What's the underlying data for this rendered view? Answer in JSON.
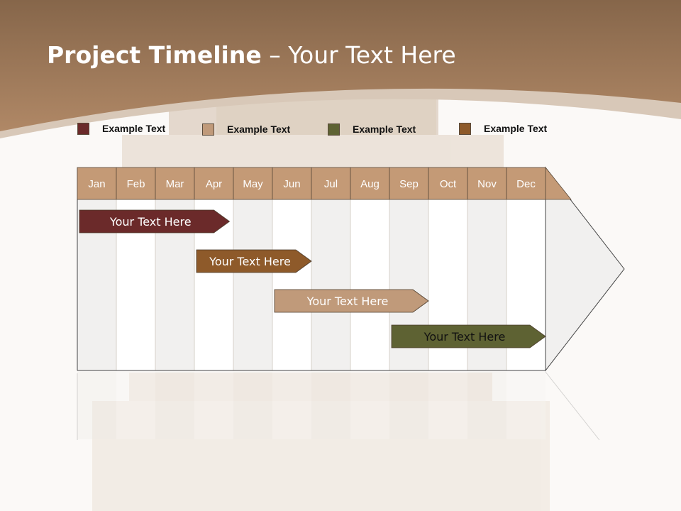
{
  "title": {
    "bold": "Project Timeline",
    "rest": " – Your Text Here"
  },
  "legend": [
    {
      "label": "Example Text",
      "color": "#6b2a2a"
    },
    {
      "label": "Example Text",
      "color": "#c09a7a"
    },
    {
      "label": "Example Text",
      "color": "#5e6233"
    },
    {
      "label": "Example Text",
      "color": "#8e5a2a"
    }
  ],
  "months": [
    "Jan",
    "Feb",
    "Mar",
    "Apr",
    "May",
    "Jun",
    "Jul",
    "Aug",
    "Sep",
    "Oct",
    "Nov",
    "Dec"
  ],
  "tasks": [
    {
      "label": "Your  Text Here",
      "start": 0,
      "end": 3.9,
      "color": "#6b2a2a",
      "text_color": "#ffffff"
    },
    {
      "label": "Your  Text Here",
      "start": 3,
      "end": 6,
      "color": "#8e5a2a",
      "text_color": "#ffffff"
    },
    {
      "label": "Your  Text Here",
      "start": 5,
      "end": 9,
      "color": "#c09a7a",
      "text_color": "#ffffff"
    },
    {
      "label": "Your  Text Here",
      "start": 8,
      "end": 12,
      "color": "#5e6233",
      "text_color": "#111111"
    }
  ],
  "colors": {
    "header": "#c49a76",
    "banner": "#a07a56",
    "page": "#fbf9f7"
  }
}
